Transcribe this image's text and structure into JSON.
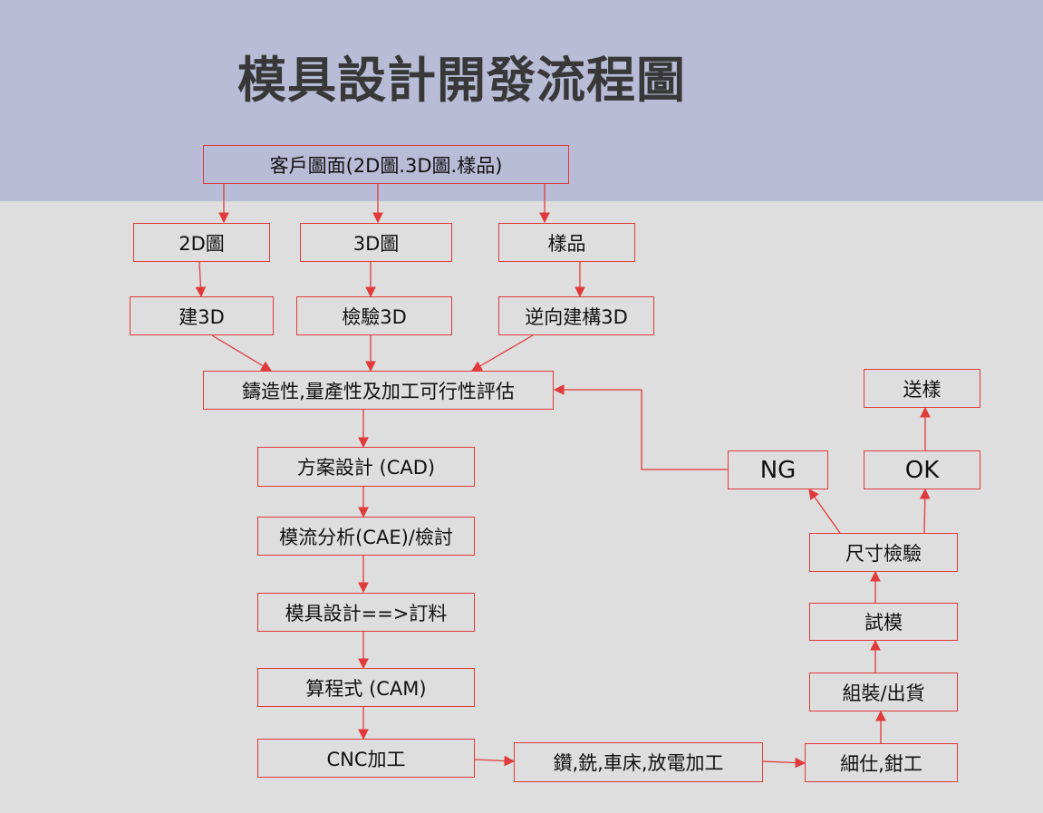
{
  "title": "模具設計開發流程圖",
  "colors": {
    "header_band": "#b8bcd6",
    "background": "#dedede",
    "box_border": "#e03a3a",
    "arrow": "#e03a3a"
  },
  "nodes": {
    "customer": "客戶圖面(2D圖.3D圖.樣品)",
    "d2": "2D圖",
    "d3": "3D圖",
    "sample": "樣品",
    "build3d": "建3D",
    "inspect3d": "檢驗3D",
    "reverse3d": "逆向建構3D",
    "feasibility": "鑄造性,量產性及加工可行性評估",
    "cad": "方案設計 (CAD)",
    "cae": "模流分析(CAE)/檢討",
    "design_order": "模具設計==>訂料",
    "cam": "算程式 (CAM)",
    "cnc": "CNC加工",
    "machining": "鑽,銑,車床,放電加工",
    "fitting": "細仕,鉗工",
    "assembly": "組裝/出貨",
    "trial": "試模",
    "dimension": "尺寸檢驗",
    "ng": "NG",
    "ok": "OK",
    "send_sample": "送樣"
  }
}
